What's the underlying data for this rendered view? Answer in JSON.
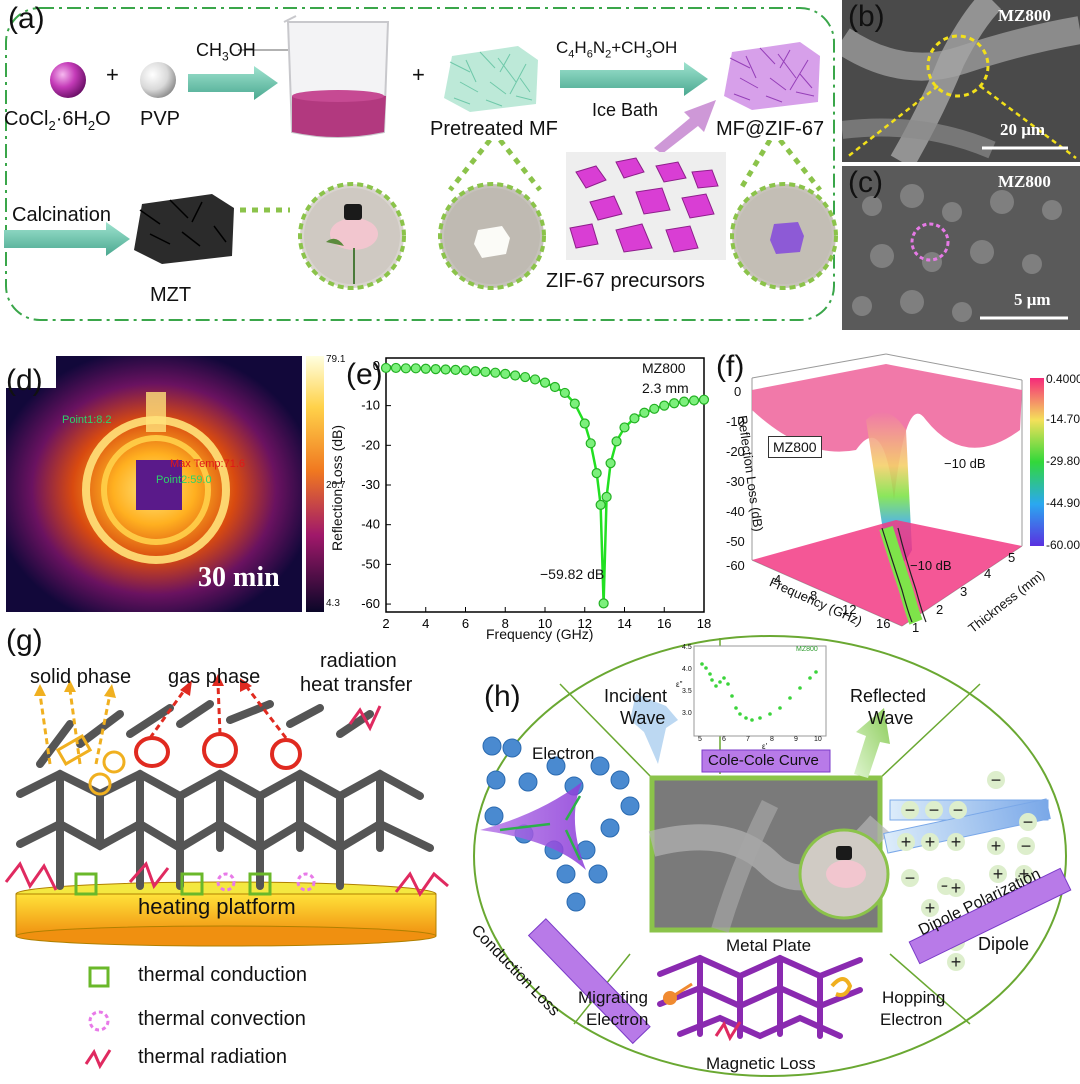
{
  "panel_a": {
    "letter": "(a)",
    "cocl2": "CoCl",
    "cocl2_sub": "2",
    "cocl2_rest": "·6H",
    "cocl2_sub2": "2",
    "cocl2_end": "O",
    "plus1": "+",
    "pvp": "PVP",
    "ch3oh_a": "CH",
    "ch3oh_sub": "3",
    "ch3oh_b": "OH",
    "plus2": "+",
    "pretreated_mf": "Pretreated MF",
    "c4_formula": "C4H6N2+CH3OH",
    "ice_bath": "Ice Bath",
    "mf_zif": "MF@ZIF-67",
    "calcination": "Calcination",
    "mzt": "MZT",
    "zif_precursors": "ZIF-67 precursors"
  },
  "panel_b": {
    "letter": "(b)",
    "sample": "MZ800",
    "scale": "20 μm"
  },
  "panel_c": {
    "letter": "(c)",
    "sample": "MZ800",
    "scale": "5 μm"
  },
  "panel_d": {
    "letter": "(d)",
    "point1": "Point1:8.2",
    "max_temp": "Max Temp:71.6",
    "point2": "Point2:59.0",
    "time": "30 min",
    "colorbar_max": "79.1",
    "colorbar_mid": "20.7",
    "colorbar_min": "4.3"
  },
  "panel_e": {
    "letter": "(e)",
    "sample": "MZ800",
    "thickness": "2.3 mm",
    "min_label": "−59.82 dB",
    "xlabel": "Frequency (GHz)",
    "ylabel": "Reflection Loss (dB)"
  },
  "panel_f": {
    "letter": "(f)",
    "sample": "MZ800",
    "contour_label_1": "−10 dB",
    "contour_label_2": "−10 dB",
    "zlabel": "Reflection Loss (dB)",
    "xlabel": "Frequency (GHz)",
    "ylabel": "Thickness (mm)",
    "colorbar": [
      "0.4000",
      "-14.70",
      "-29.80",
      "-44.90",
      "-60.00"
    ],
    "z_ticks": [
      "0",
      "-10",
      "-20",
      "-30",
      "-40",
      "-50",
      "-60"
    ],
    "x_ticks": [
      "4",
      "8",
      "12",
      "16"
    ],
    "y_ticks": [
      "1",
      "2",
      "3",
      "4",
      "5"
    ]
  },
  "panel_g": {
    "letter": "(g)",
    "solid_phase": "solid phase",
    "gas_phase": "gas phase",
    "radiation_1": "radiation",
    "radiation_2": "heat transfer",
    "platform": "heating platform",
    "legend": [
      "thermal conduction",
      "thermal convection",
      "thermal radiation"
    ]
  },
  "panel_h": {
    "letter": "(h)",
    "incident_1": "Incident",
    "incident_2": "Wave",
    "reflected_1": "Reflected",
    "reflected_2": "Wave",
    "electron": "Electron",
    "cole_cole": "Cole-Cole Curve",
    "conduction_loss": "Conduction Loss",
    "dipole_polarization": "Dipole Polarization",
    "dipole": "Dipole",
    "metal_plate": "Metal Plate",
    "migrating_1": "Migrating",
    "migrating_2": "Electron",
    "hopping_1": "Hopping",
    "hopping_2": "Electron",
    "magnetic_loss": "Magnetic Loss",
    "inset_legend": "MZ800",
    "inset_yticks": [
      "4.5",
      "4.0",
      "3.5",
      "3.0"
    ],
    "inset_xticks": [
      "5",
      "6",
      "7",
      "8",
      "9",
      "10"
    ],
    "inset_ylabel": "ε\"",
    "inset_xlabel": "ε'"
  },
  "chart_data": {
    "type": "line",
    "xlabel": "Frequency (GHz)",
    "ylabel": "Reflection Loss (dB)",
    "xlim": [
      2,
      18
    ],
    "ylim": [
      -62,
      2
    ],
    "x_ticks": [
      2,
      4,
      6,
      8,
      10,
      12,
      14,
      16,
      18
    ],
    "y_ticks": [
      0,
      -10,
      -20,
      -30,
      -40,
      -50,
      -60
    ],
    "series": [
      {
        "name": "MZ800 2.3 mm",
        "x": [
          2.0,
          2.5,
          3.0,
          3.5,
          4.0,
          4.5,
          5.0,
          5.5,
          6.0,
          6.5,
          7.0,
          7.5,
          8.0,
          8.5,
          9.0,
          9.5,
          10.0,
          10.5,
          11.0,
          11.5,
          12.0,
          12.3,
          12.6,
          12.8,
          12.95,
          13.1,
          13.3,
          13.6,
          14.0,
          14.5,
          15.0,
          15.5,
          16.0,
          16.5,
          17.0,
          17.5,
          18.0
        ],
        "y": [
          -0.5,
          -0.5,
          -0.6,
          -0.6,
          -0.7,
          -0.8,
          -0.9,
          -1.0,
          -1.1,
          -1.3,
          -1.5,
          -1.7,
          -2.0,
          -2.4,
          -2.8,
          -3.4,
          -4.2,
          -5.3,
          -6.8,
          -9.5,
          -14.5,
          -19.5,
          -27.0,
          -35.0,
          -59.82,
          -33.0,
          -24.5,
          -19.0,
          -15.5,
          -13.2,
          -11.8,
          -10.8,
          -10.0,
          -9.4,
          -9.0,
          -8.7,
          -8.5
        ]
      }
    ]
  }
}
